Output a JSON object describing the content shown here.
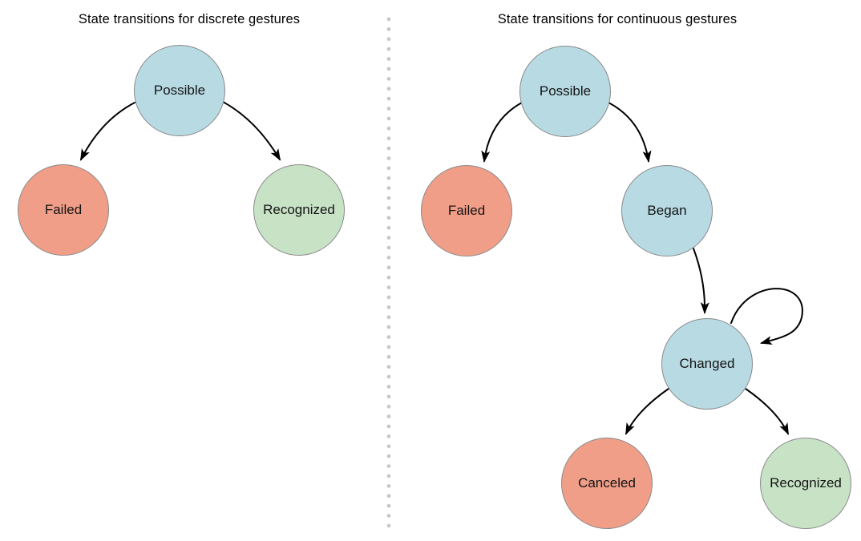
{
  "colors": {
    "state_active_blue": "#b7dae3",
    "state_failed_salmon": "#f09e88",
    "state_recognized_green": "#c7e2c5",
    "node_border": "#8a8a8a",
    "arrow": "#000000",
    "divider_dots": "#c6c6c6",
    "background": "#ffffff"
  },
  "left_diagram": {
    "title": "State transitions for discrete gestures",
    "nodes": [
      {
        "id": "possible",
        "label": "Possible",
        "color": "#b7dae3"
      },
      {
        "id": "failed",
        "label": "Failed",
        "color": "#f09e88"
      },
      {
        "id": "recognized",
        "label": "Recognized",
        "color": "#c7e2c5"
      }
    ],
    "transitions": [
      {
        "from": "Possible",
        "to": "Failed"
      },
      {
        "from": "Possible",
        "to": "Recognized"
      }
    ]
  },
  "right_diagram": {
    "title": "State transitions for continuous gestures",
    "nodes": [
      {
        "id": "possible",
        "label": "Possible",
        "color": "#b7dae3"
      },
      {
        "id": "failed",
        "label": "Failed",
        "color": "#f09e88"
      },
      {
        "id": "began",
        "label": "Began",
        "color": "#b7dae3"
      },
      {
        "id": "changed",
        "label": "Changed",
        "color": "#b7dae3"
      },
      {
        "id": "canceled",
        "label": "Canceled",
        "color": "#f09e88"
      },
      {
        "id": "recognized",
        "label": "Recognized",
        "color": "#c7e2c5"
      }
    ],
    "transitions": [
      {
        "from": "Possible",
        "to": "Failed"
      },
      {
        "from": "Possible",
        "to": "Began"
      },
      {
        "from": "Began",
        "to": "Changed"
      },
      {
        "from": "Changed",
        "to": "Changed"
      },
      {
        "from": "Changed",
        "to": "Canceled"
      },
      {
        "from": "Changed",
        "to": "Recognized"
      }
    ]
  }
}
